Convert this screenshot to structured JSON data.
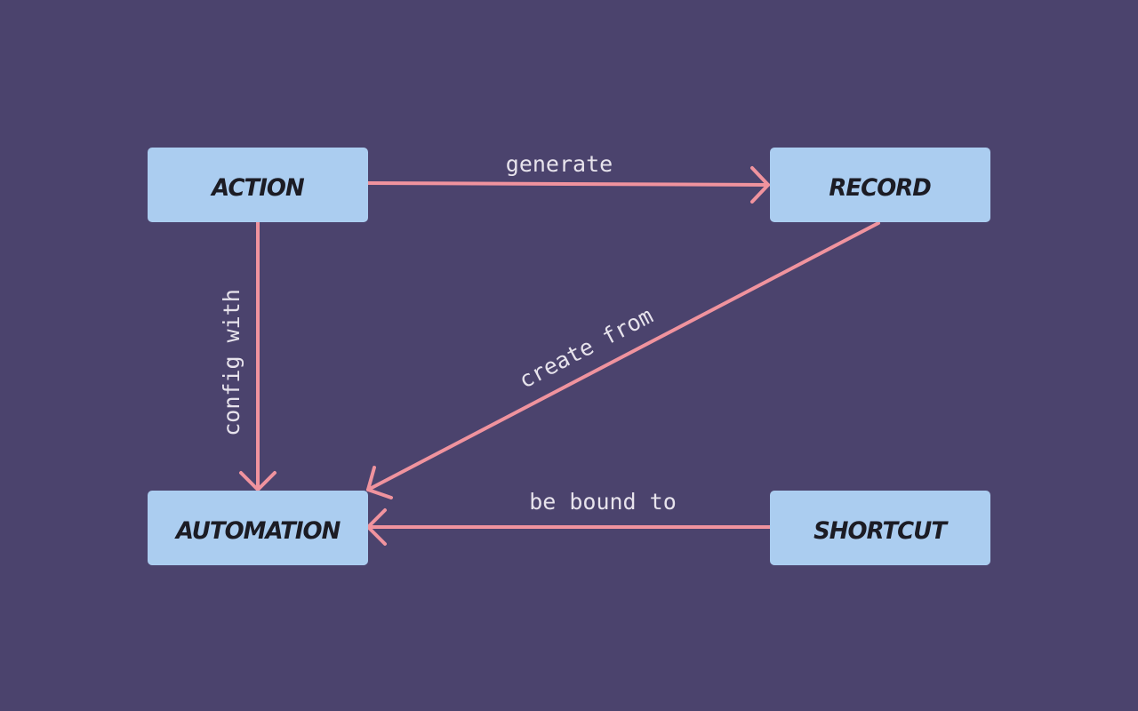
{
  "diagram": {
    "colors": {
      "background": "#4b436d",
      "node_fill": "#abcdf0",
      "node_text": "#1c1c24",
      "edge": "#f0939e",
      "edge_label": "#e7e3ec"
    },
    "nodes": {
      "action": {
        "label": "ACTION"
      },
      "record": {
        "label": "RECORD"
      },
      "automation": {
        "label": "AUTOMATION"
      },
      "shortcut": {
        "label": "SHORTCUT"
      }
    },
    "edges": {
      "generate": {
        "from": "ACTION",
        "to": "RECORD",
        "label": "generate"
      },
      "config_with": {
        "from": "ACTION",
        "to": "AUTOMATION",
        "label": "config with"
      },
      "create_from": {
        "from": "RECORD",
        "to": "AUTOMATION",
        "label": "create from"
      },
      "be_bound_to": {
        "from": "SHORTCUT",
        "to": "AUTOMATION",
        "label": "be bound to"
      }
    }
  }
}
